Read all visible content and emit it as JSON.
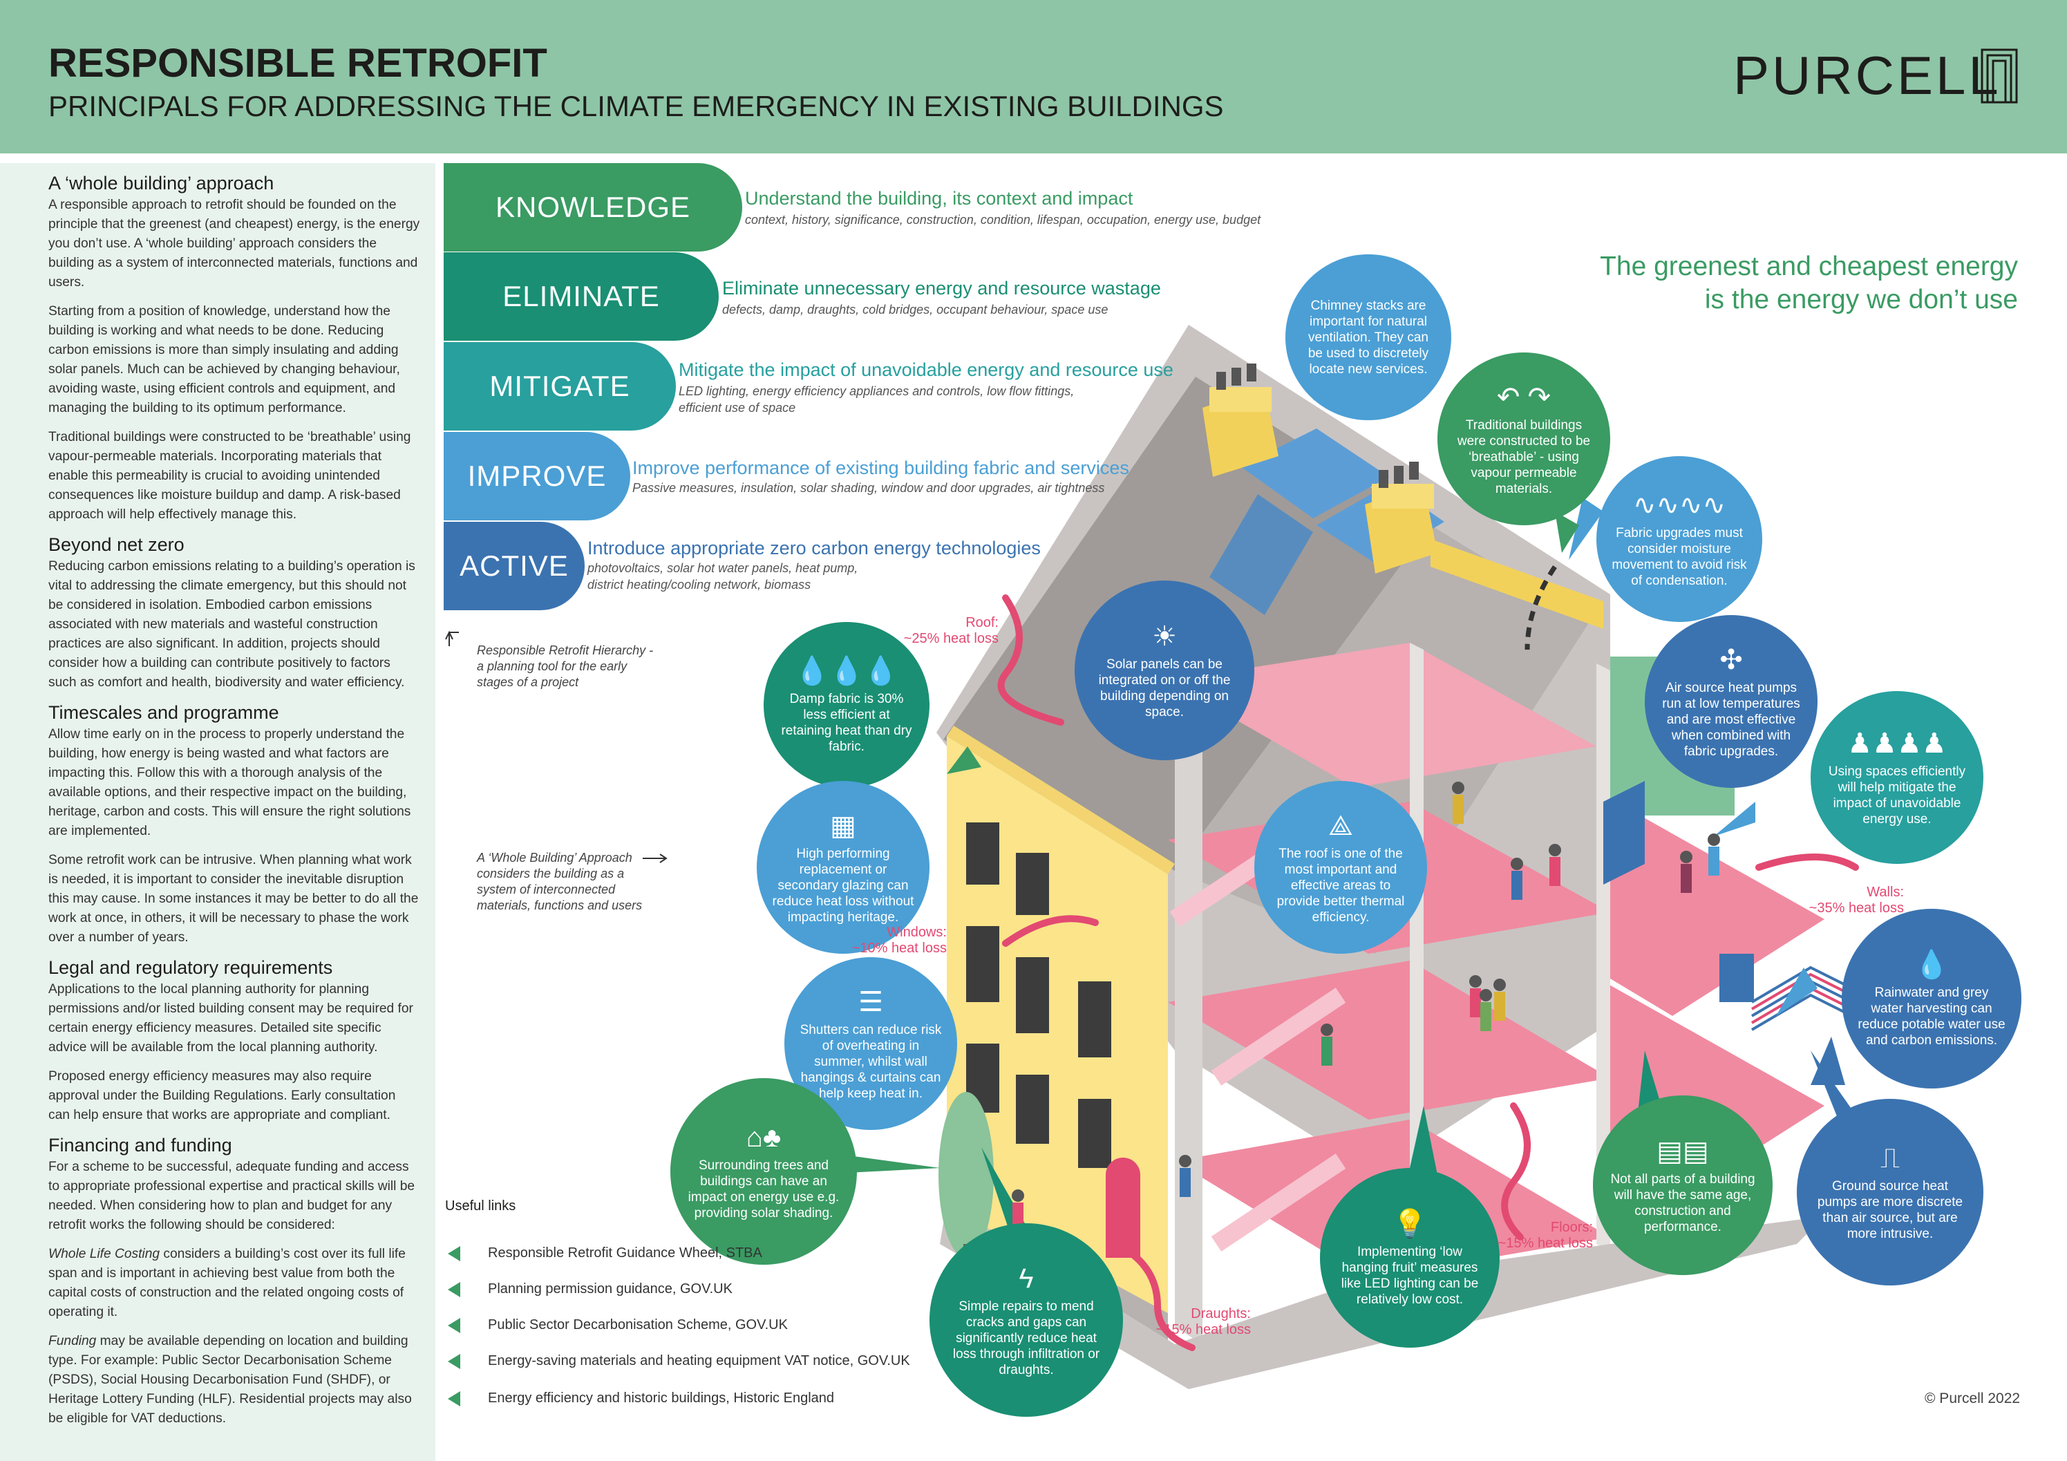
{
  "header": {
    "title": "RESPONSIBLE RETROFIT",
    "subtitle": "PRINCIPALS FOR ADDRESSING THE CLIMATE EMERGENCY IN EXISTING BUILDINGS",
    "logo": "PURCELL"
  },
  "sidebar": {
    "s1_title": "A ‘whole building’ approach",
    "s1_p1": "A responsible approach to retrofit should be founded on the principle that the greenest (and cheapest) energy, is the energy you don’t use. A ‘whole building’ approach considers the building as a system of interconnected materials, functions and users.",
    "s1_p2": "Starting from a position of knowledge, understand how the building is working and what needs to be done. Reducing carbon emissions is more than simply insulating and adding solar panels. Much can be achieved by changing behaviour, avoiding waste, using efficient controls and equipment, and managing the building to its optimum performance.",
    "s1_p3": "Traditional buildings were constructed to be ‘breathable’ using vapour-permeable materials. Incorporating materials that enable this permeability is crucial to avoiding unintended consequences like moisture buildup and damp. A risk-based approach will help effectively manage this.",
    "s2_title": "Beyond net zero",
    "s2_p1": "Reducing carbon emissions relating to a building’s operation is vital to addressing the climate emergency, but this should not be considered in isolation. Embodied carbon emissions associated with new materials and wasteful construction practices are also significant. In addition, projects should consider how a building can contribute positively to factors such as comfort and health, biodiversity and water efficiency.",
    "s3_title": "Timescales and programme",
    "s3_p1": "Allow time early on in the process to properly understand the building, how energy is being wasted and what factors are impacting this. Follow this with a thorough analysis of the available options, and their respective impact on the building, heritage, carbon and costs. This will ensure the right solutions are implemented.",
    "s3_p2": "Some retrofit work can be intrusive. When planning what work is needed, it is important to consider the inevitable disruption this may cause. In some instances it may be better to do all the work at once, in others, it will be necessary to phase the work over a number of years.",
    "s4_title": "Legal and regulatory requirements",
    "s4_p1": "Applications to the local planning authority for planning permissions and/or listed building consent may be required for certain energy efficiency measures. Detailed site specific advice will be available from the local planning authority.",
    "s4_p2": "Proposed energy efficiency measures may also require approval under the Building Regulations. Early consultation can help ensure that works are appropriate and compliant.",
    "s5_title": "Financing and funding",
    "s5_p1": "For a scheme to be successful, adequate funding and access to appropriate professional expertise and practical skills will be needed. When considering how to plan and budget for any retrofit works the following should be considered:",
    "s5_p2_em": "Whole Life Costing",
    "s5_p2": " considers a building’s cost over its full life span and is important in achieving best value from both the capital costs of construction and the related ongoing costs of operating it.",
    "s5_p3_em": "Funding",
    "s5_p3": " may be available depending on location and building type. For example: Public Sector Decarbonisation Scheme (PSDS), Social Housing Decarbonisation Fund (SHDF), or Heritage Lottery Funding (HLF). Residential projects may also be eligible for  VAT deductions."
  },
  "hierarchy": [
    {
      "label": "KNOWLEDGE",
      "title": "Understand the building, its context and impact",
      "sub": "context, history, significance, construction, condition, lifespan, occupation, energy use, budget",
      "color": "#3a9b63"
    },
    {
      "label": "ELIMINATE",
      "title": "Eliminate unnecessary energy and resource wastage",
      "sub": "defects, damp, draughts, cold bridges, occupant behaviour, space use",
      "color": "#1a8f73"
    },
    {
      "label": "MITIGATE",
      "title": "Mitigate the impact of unavoidable energy and resource use",
      "sub": "LED lighting, energy efficiency appliances and controls, low flow fittings,",
      "sub2": "efficient use of space",
      "color": "#27a09e"
    },
    {
      "label": "IMPROVE",
      "title": "Improve performance of existing building fabric and services",
      "sub": "Passive measures, insulation, solar shading, window and door upgrades, air tightness",
      "color": "#4b9fd5"
    },
    {
      "label": "ACTIVE",
      "title": "Introduce appropriate zero carbon energy technologies",
      "sub": "photovoltaics, solar hot water panels, heat pump,",
      "sub2": "district heating/cooling network, biomass",
      "color": "#3b73b0"
    }
  ],
  "notes": {
    "hierarchy_note": "Responsible Retrofit Hierarchy - a planning tool for the early stages of a project",
    "whole_building_note": "A ‘Whole Building’ Approach considers the building as a system of interconnected materials, functions and users"
  },
  "tagline": {
    "line1": "The greenest and cheapest energy",
    "line2": "is the energy we don’t use"
  },
  "bubbles": {
    "chimney": "Chimney stacks are important for natural ventilation. They can be used to discretely locate new services.",
    "breathable": "Traditional buildings were constructed to be ‘breathable’ - using vapour permeable materials.",
    "moisture": "Fabric upgrades must consider moisture movement to avoid risk of condensation.",
    "solar": "Solar panels can be integrated on or off the building depending on space.",
    "damp": "Damp fabric is 30% less efficient at retaining heat than dry fabric.",
    "heatpump": "Air source heat pumps run at low temperatures and are most effective when combined with fabric upgrades.",
    "spaces": "Using spaces efficiently will help mitigate the impact of unavoidable energy use.",
    "glazing": "High performing replacement or secondary glazing can reduce heat loss without impacting heritage.",
    "roof": "The roof is one of the most important and effective areas to provide better thermal efficiency.",
    "shutters": "Shutters can reduce risk of overheating in summer, whilst wall hangings & curtains can help keep heat in.",
    "rainwater": "Rainwater and grey water harvesting can reduce potable water use and carbon emissions.",
    "trees": "Surrounding trees and buildings can have an impact on energy use e.g. providing solar shading.",
    "age": "Not all parts of a building will have the same age, construction and performance.",
    "ground": "Ground source heat pumps are more discrete than air source, but are more intrusive.",
    "led": "Implementing ‘low hanging fruit’ measures like LED lighting can be relatively low cost.",
    "repairs": "Simple repairs to mend cracks and gaps can significantly reduce heat loss through infiltration or draughts."
  },
  "heat_loss": {
    "roof_label": "Roof:",
    "roof_value": "~25% heat loss",
    "windows_label": "Windows:",
    "windows_value": "~10% heat loss",
    "walls_label": "Walls:",
    "walls_value": "~35% heat loss",
    "floors_label": "Floors:",
    "floors_value": "~15% heat loss",
    "draughts_label": "Draughts:",
    "draughts_value": "~15% heat loss"
  },
  "links": {
    "title": "Useful links",
    "items": [
      "Responsible Retrofit Guidance Wheel, STBA",
      "Planning permission guidance, GOV.UK",
      "Public Sector Decarbonisation Scheme, GOV.UK",
      "Energy-saving materials and heating equipment VAT notice, GOV.UK",
      "Energy efficiency and historic buildings, Historic England"
    ]
  },
  "copyright": "© Purcell 2022",
  "colors": {
    "header_bg": "#8ec5a6",
    "sidebar_bg": "#e9f3ee",
    "green": "#3a9b63",
    "teal": "#1a8f73",
    "cyan": "#27a09e",
    "light_blue": "#4b9fd5",
    "blue": "#3b73b0",
    "heat_pink": "#e24a72",
    "facade_yellow": "#fbe48a"
  }
}
